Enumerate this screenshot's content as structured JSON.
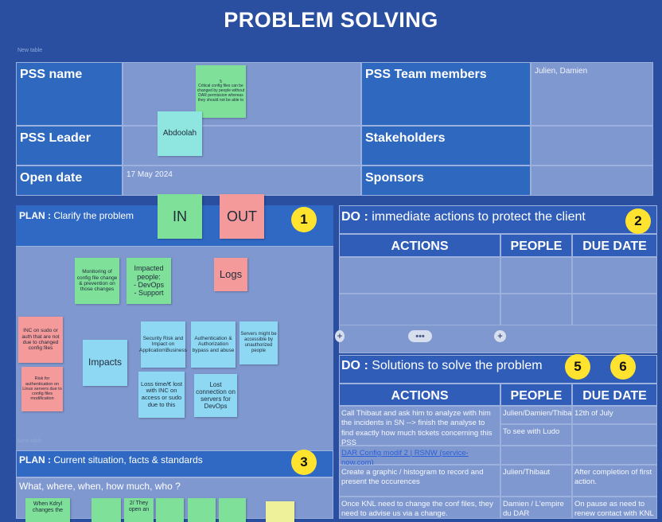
{
  "title": "PROBLEM SOLVING",
  "labels": {
    "new_table_1": "New table",
    "new_table_2": "New table"
  },
  "info_table": {
    "pss_name": "PSS name",
    "pss_team": "PSS Team members",
    "pss_team_value": "Julien, Damien",
    "pss_leader": "PSS Leader",
    "stakeholders": "Stakeholders",
    "open_date": "Open date",
    "open_date_value": "17 May 2024",
    "sponsors": "Sponsors"
  },
  "stickies": {
    "critical": "5\nCritical config files can be changed by people without DAR permission whereas they should not be able to",
    "abdoolah": "Abdoolah",
    "in": "IN",
    "out": "OUT",
    "monitoring": "Monitoring of config file change & prevention on those changes",
    "impacted": "Impacted people:\n- DevOps\n- Support",
    "logs": "Logs",
    "inc_sudo": "INC on sudo or auth that are not due to changed config files",
    "security": "Security Risk and Impact on Application\\Business",
    "authentication": "Authentication & Authorization bypass and abuse",
    "servers": "Servers might be accessible by unauthorized people",
    "impacts": "Impacts",
    "risk_auth": "Risk for authentication on Linux servers due to config files modification",
    "loss_time": "Loss time/€ lost with INC on access or sudo due to this",
    "lost_conn": "Lost connection on servers for DevOps",
    "when_kdryl": "When Kdryl changes the",
    "they_open": "2/ They open an"
  },
  "plan1": {
    "label": "PLAN :",
    "text": "Clarify the problem",
    "badge": "1"
  },
  "plan2": {
    "label": "PLAN :",
    "text": "Current situation, facts & standards",
    "badge": "3",
    "subtitle": "What, where, when, how much, who ?"
  },
  "do1": {
    "label": "DO :",
    "text": "immediate actions to protect the client",
    "badge": "2",
    "headers": [
      "ACTIONS",
      "PEOPLE",
      "DUE DATE"
    ]
  },
  "do2": {
    "label": "DO :",
    "text": "Solutions to solve the problem",
    "badge_a": "5",
    "badge_b": "6",
    "headers": [
      "ACTIONS",
      "PEOPLE",
      "DUE DATE"
    ],
    "rows": [
      {
        "action": "Call Thibaut and ask him to analyze with him the incidents in SN --> finish the analyse to find exactly how much tickets concerning this PSS",
        "people": "Julien/Damien/Thibaut",
        "due": "12th of July"
      },
      {
        "action": "",
        "people": "To see with Ludo",
        "due": ""
      },
      {
        "action": "DAR Config modif 2 | RSNW (service-now.com)",
        "people": "",
        "due": ""
      },
      {
        "action": "Create a graphic / histogram to record and present the occurences",
        "people": "Julien/Thibaut",
        "due": "After completion of first action."
      },
      {
        "action": "Once KNL need to change the conf files, they need to advise us via a change.",
        "people": "Damien / L'empire du DAR",
        "due": "On pause as need to renew contact with KNL"
      }
    ]
  },
  "controls": {
    "dots": "•••",
    "plus": "+"
  }
}
